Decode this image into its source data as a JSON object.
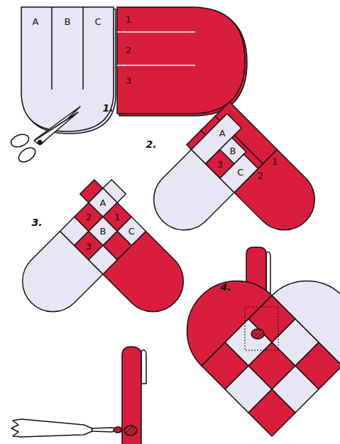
{
  "diagram": {
    "labels": [
      "A",
      "B",
      "C",
      "1",
      "2",
      "3",
      "1.",
      "2.",
      "A",
      "1",
      "2",
      "3",
      "B",
      "C",
      "3.",
      "A",
      "1",
      "2",
      "B",
      "C",
      "3",
      "4."
    ]
  }
}
